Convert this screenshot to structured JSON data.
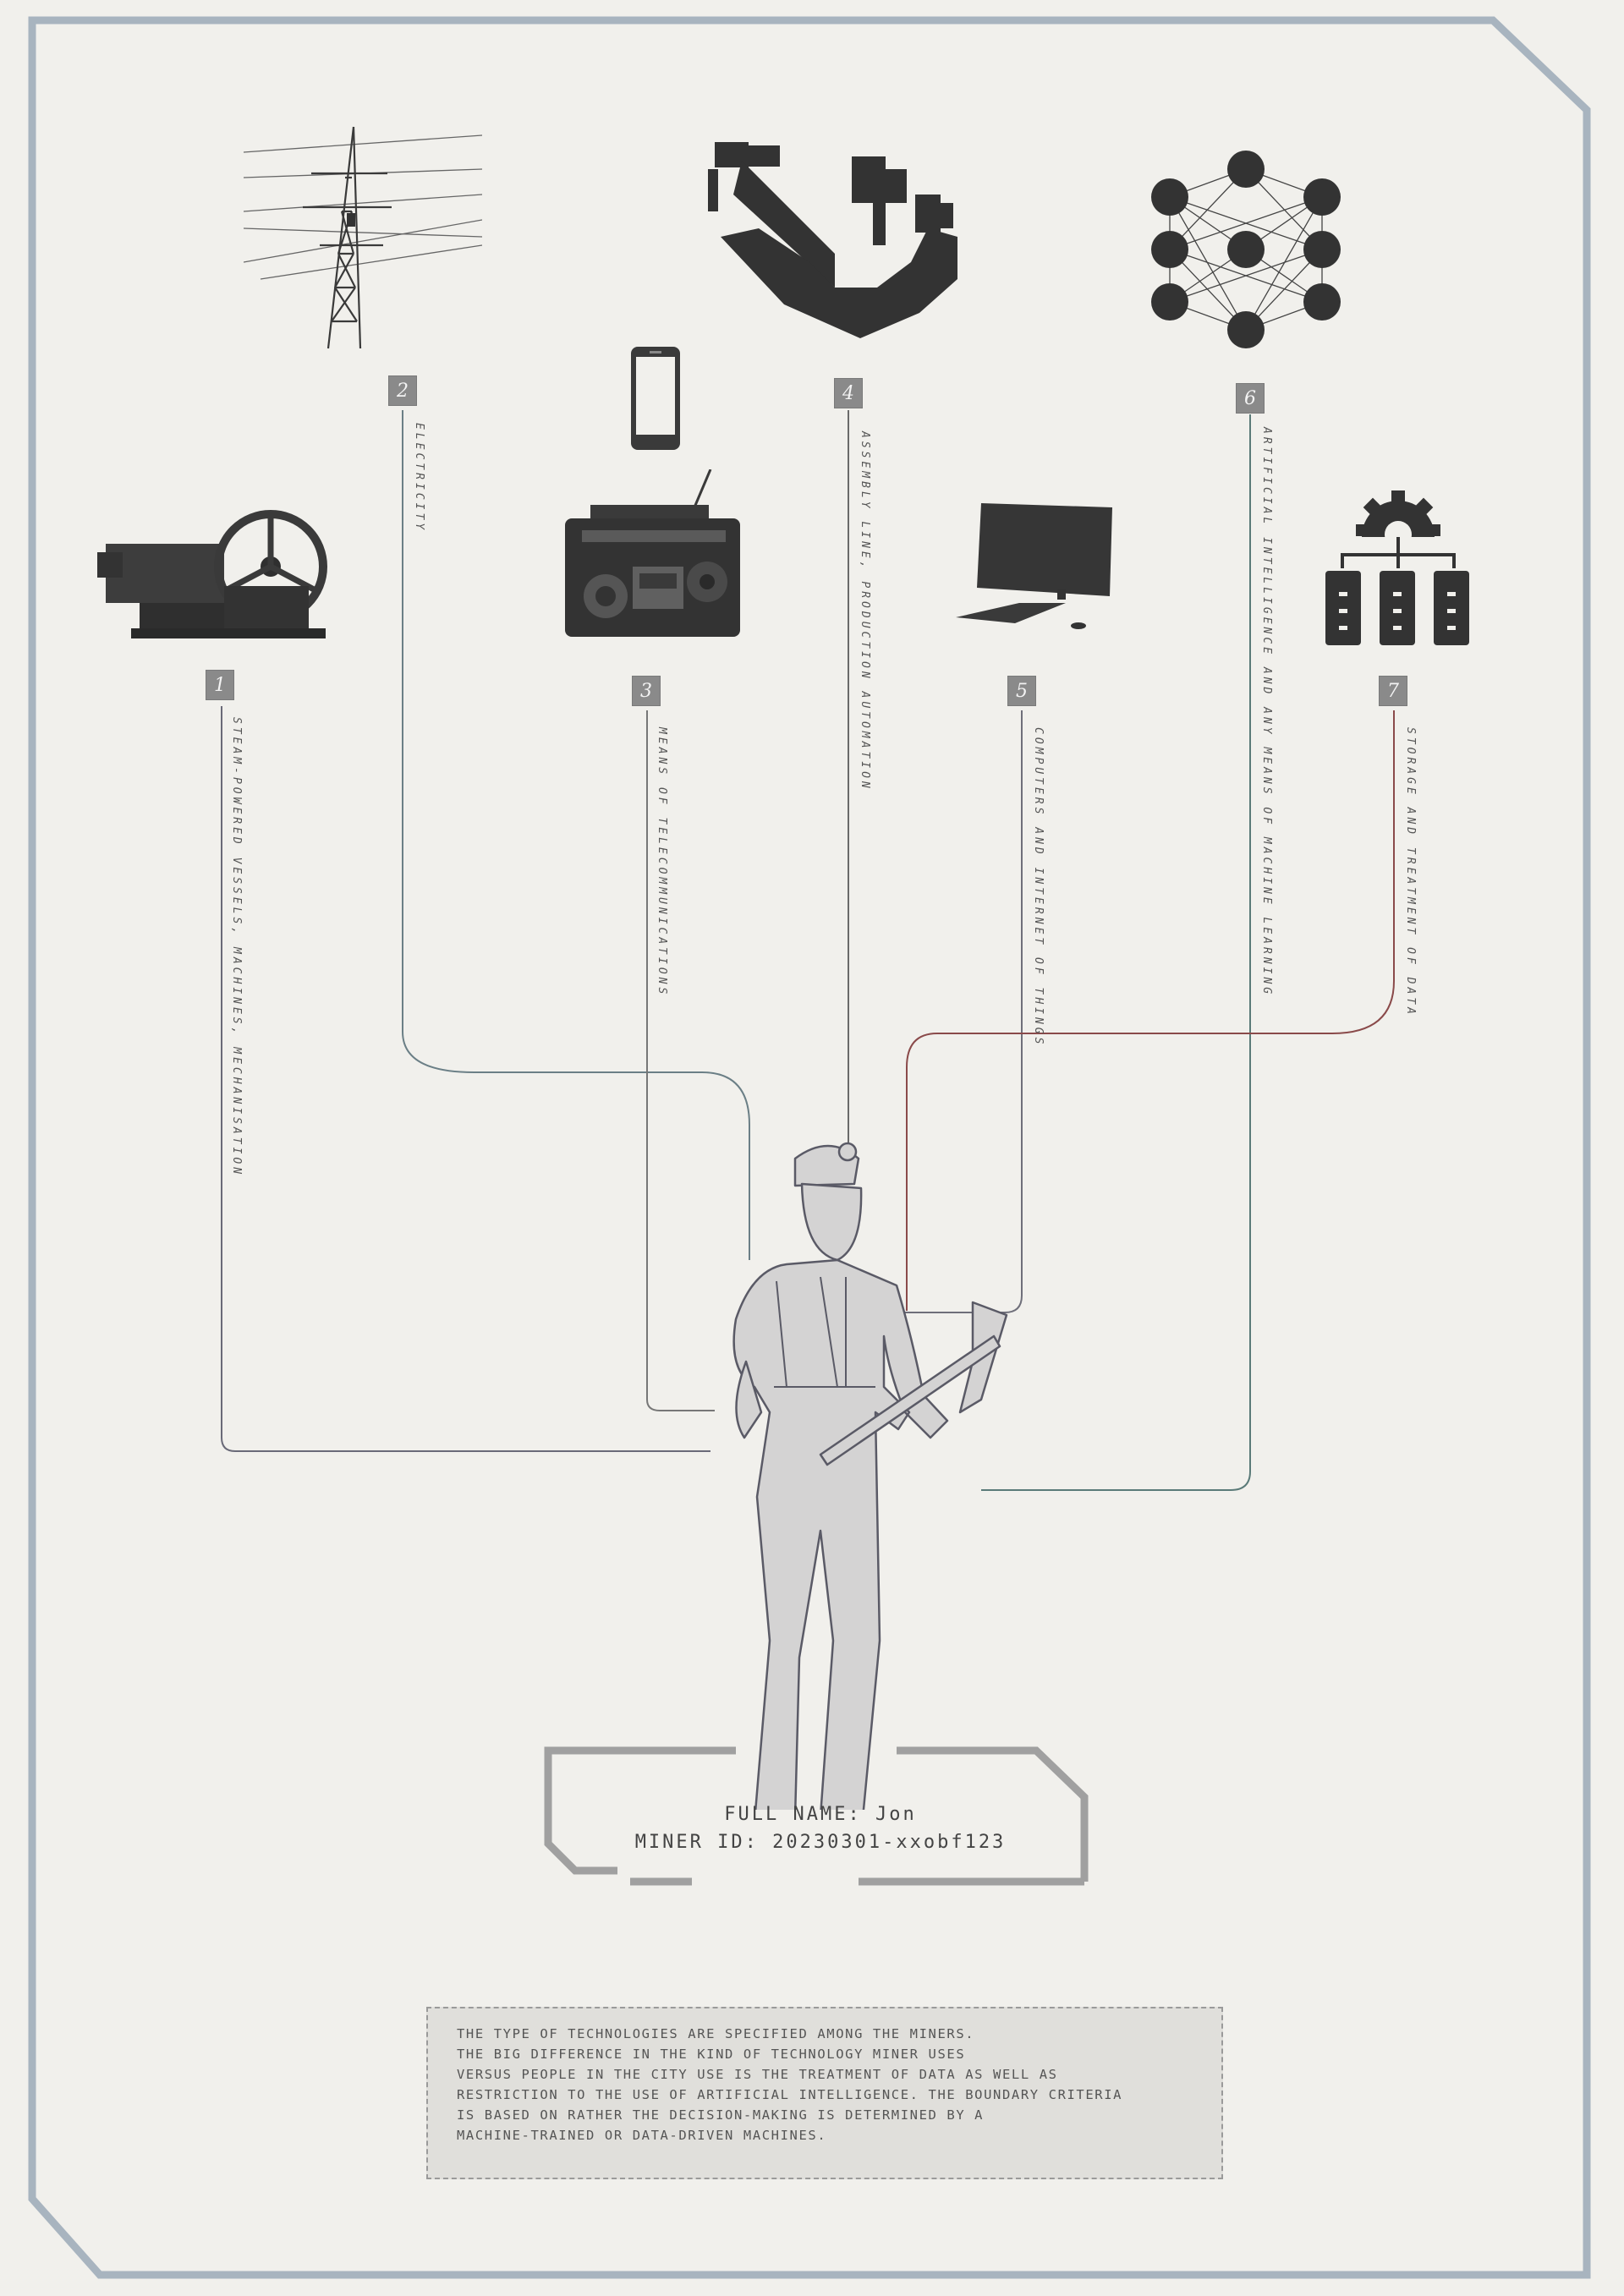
{
  "items": [
    {
      "num": "1",
      "label": "Steam-powered vessels, machines, mechanisation",
      "icon": "steam-engine-icon"
    },
    {
      "num": "2",
      "label": "Electricity",
      "icon": "power-pylon-icon"
    },
    {
      "num": "3",
      "label": "Means of telecommunications",
      "icon": "radio-and-phone-icon"
    },
    {
      "num": "4",
      "label": "Assembly line, production automation",
      "icon": "assembly-line-icon"
    },
    {
      "num": "5",
      "label": "Computers and Internet of Things",
      "icon": "computer-icon"
    },
    {
      "num": "6",
      "label": "Artificial intelligence and any means of machine learning",
      "icon": "neural-network-icon"
    },
    {
      "num": "7",
      "label": "Storage and treatment of data",
      "icon": "data-server-icon"
    }
  ],
  "miner": {
    "full_name": "FULL NAME: Jon",
    "miner_id": "MINER ID: 20230301-xxobf123"
  },
  "note": {
    "lines": [
      "The type of technologies are specified among the miners.",
      "The big difference in the kind of technology miner uses",
      "versus people in the city use is the treatment of data as well as",
      "restriction to the use of artificial intelligence. The boundary criteria",
      "is based on rather the decision-making is determined by a",
      "machine-trained or data-driven machines."
    ]
  },
  "colors": {
    "frame": "#a8b4bf",
    "ink": "#3a3a3a",
    "red_line": "#8a4a4a",
    "teal_line": "#5a7a78"
  }
}
